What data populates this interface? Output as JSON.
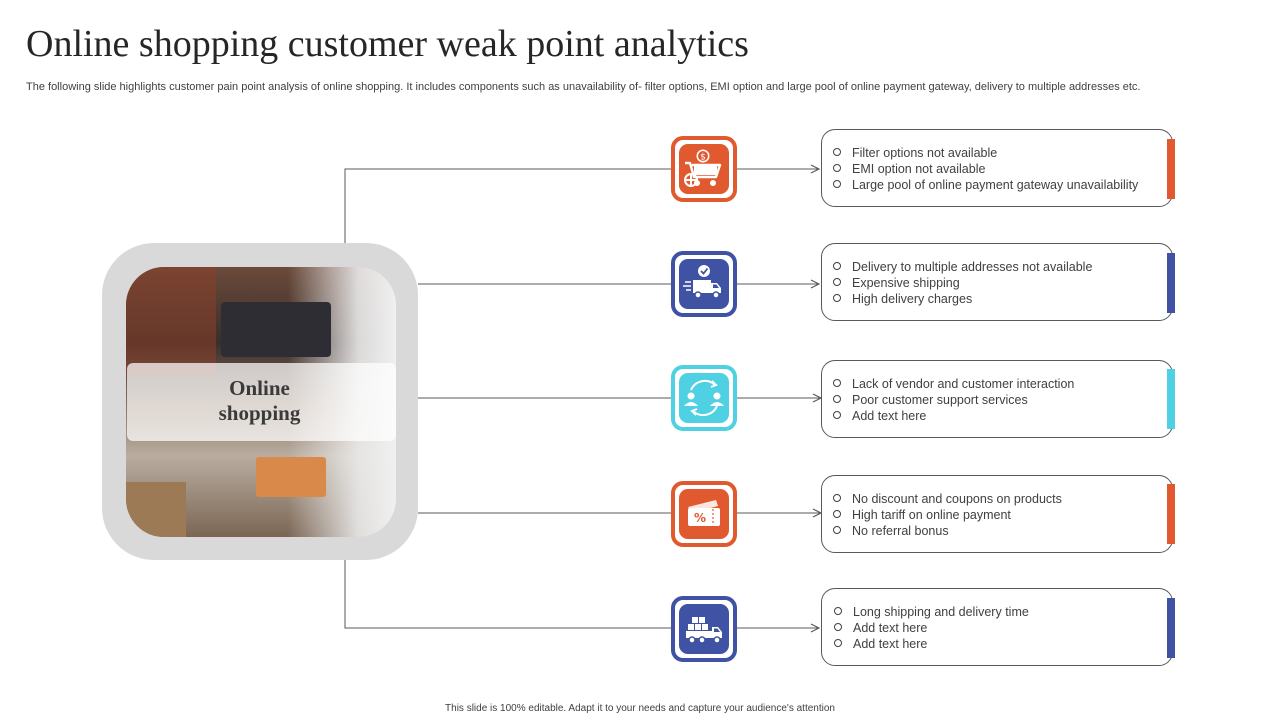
{
  "title": "Online shopping customer weak point analytics",
  "subtitle": "The following slide highlights customer pain point analysis of online shopping. It includes components such as unavailability of- filter options, EMI option and large pool of online payment gateway, delivery to multiple addresses etc.",
  "hub": {
    "label_line1": "Online",
    "label_line2": "shopping"
  },
  "colors": {
    "orange": "#e0592f",
    "navy": "#3f52a3",
    "cyan": "#4fd0e3"
  },
  "items": [
    {
      "icon": "shopping-cart-dollar-icon",
      "color": "#e0592f",
      "points": [
        "Filter options not available",
        "EMI option not available",
        "Large pool of online payment gateway unavailability"
      ]
    },
    {
      "icon": "delivery-truck-check-icon",
      "color": "#3f52a3",
      "points": [
        "Delivery  to multiple addresses not available",
        "Expensive  shipping",
        "High delivery  charges"
      ]
    },
    {
      "icon": "customer-interaction-icon",
      "color": "#4fd0e3",
      "points": [
        "Lack of vendor  and customer interaction",
        "Poor customer support services",
        "Add text here"
      ]
    },
    {
      "icon": "discount-coupon-icon",
      "color": "#e0592f",
      "points": [
        "No discount and coupons on products",
        "High tariff on online payment",
        "No referral  bonus"
      ]
    },
    {
      "icon": "shipping-truck-boxes-icon",
      "color": "#3f52a3",
      "points": [
        "Long shipping and delivery  time",
        "Add text here",
        "Add text here"
      ]
    }
  ],
  "footer": "This slide is 100% editable.  Adapt it to your needs and capture your audience's attention"
}
